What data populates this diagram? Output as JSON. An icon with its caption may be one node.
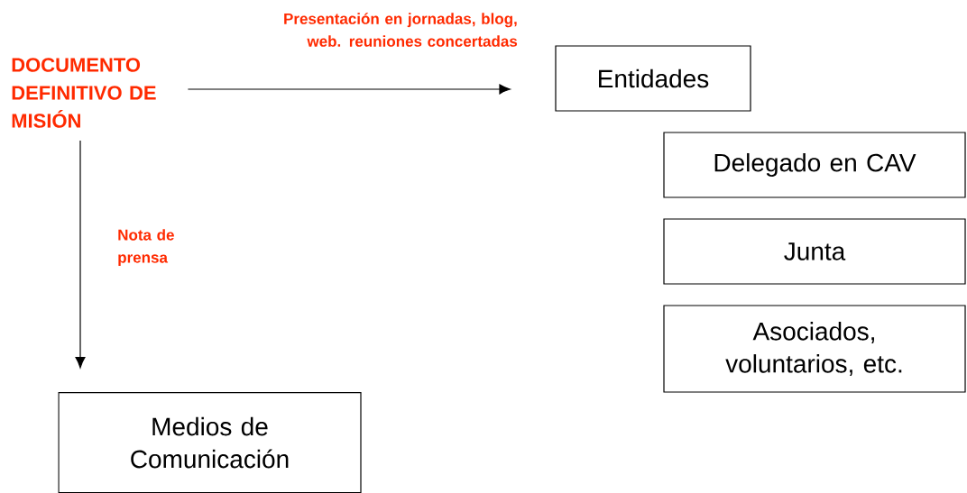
{
  "diagram": {
    "nodes": [
      {
        "text": [
          "DOCUMENTO DEFINITIVO DE MISIÓN"
        ]
      },
      {
        "text": [
          "Entidades"
        ]
      },
      {
        "text": [
          "Delegado en CAV"
        ]
      },
      {
        "text": [
          "Junta"
        ]
      },
      {
        "text": [
          "Asociados, voluntarios, etc."
        ]
      },
      {
        "text": [
          "Medios de Comunicación"
        ]
      }
    ],
    "edges": [
      {
        "from": 0,
        "to": 1,
        "arrow": "to",
        "label": "Presentación en jornadas, blog, web. reuniones concertadas"
      },
      {
        "from": 0,
        "to": 5,
        "arrow": "to",
        "label": "Nota de prensa"
      }
    ]
  }
}
